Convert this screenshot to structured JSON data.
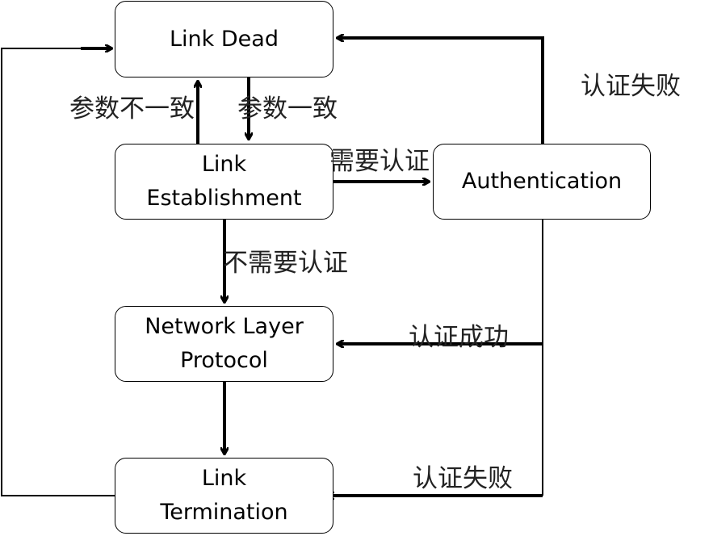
{
  "nodes": {
    "link_dead": {
      "line1": "Link Dead"
    },
    "link_establishment": {
      "line1": "Link",
      "line2": "Establishment"
    },
    "authentication": {
      "line1": "Authentication"
    },
    "network_layer_protocol": {
      "line1": "Network Layer",
      "line2": "Protocol"
    },
    "link_termination": {
      "line1": "Link",
      "line2": "Termination"
    }
  },
  "edge_labels": {
    "params_mismatch": "参数不一致",
    "params_match": "参数一致",
    "auth_required": "需要认证",
    "no_auth_required": "不需要认证",
    "auth_failed_top": "认证失败",
    "auth_success": "认证成功",
    "auth_failed_bottom": "认证失败"
  }
}
